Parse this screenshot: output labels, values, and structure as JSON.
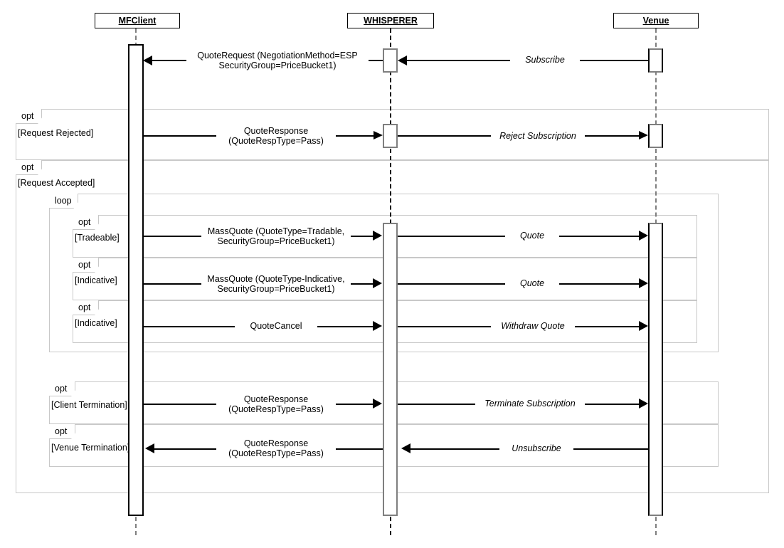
{
  "diagram": {
    "type": "uml-sequence-diagram",
    "title": "",
    "participants": [
      {
        "id": "mfclient",
        "label": "MFClient"
      },
      {
        "id": "whisperer",
        "label": "WHISPERER"
      },
      {
        "id": "venue",
        "label": "Venue"
      }
    ],
    "fragments": [
      {
        "id": "opt-request-rejected",
        "operator": "opt",
        "guard": "[Request Rejected]"
      },
      {
        "id": "opt-request-accepted",
        "operator": "opt",
        "guard": "[Request Accepted]"
      },
      {
        "id": "loop-quoting",
        "operator": "loop",
        "guard": ""
      },
      {
        "id": "opt-tradeable",
        "operator": "opt",
        "guard": "[Tradeable]"
      },
      {
        "id": "opt-indicative-1",
        "operator": "opt",
        "guard": "[Indicative]"
      },
      {
        "id": "opt-indicative-2",
        "operator": "opt",
        "guard": "[Indicative]"
      },
      {
        "id": "opt-client-term",
        "operator": "opt",
        "guard": "[Client Termination]"
      },
      {
        "id": "opt-venue-term",
        "operator": "opt",
        "guard": "[Venue Termination]"
      }
    ],
    "messages": [
      {
        "id": "m1",
        "from": "whisperer",
        "to": "mfclient",
        "direction": "left",
        "line1": "QuoteRequest (NegotiationMethod=ESP",
        "line2": "SecurityGroup=PriceBucket1)",
        "italic": false
      },
      {
        "id": "m2",
        "from": "venue",
        "to": "whisperer",
        "direction": "left",
        "line1": "Subscribe",
        "line2": "",
        "italic": true
      },
      {
        "id": "m3",
        "from": "mfclient",
        "to": "whisperer",
        "direction": "right",
        "line1": "QuoteResponse",
        "line2": "(QuoteRespType=Pass)",
        "italic": false
      },
      {
        "id": "m4",
        "from": "whisperer",
        "to": "venue",
        "direction": "right",
        "line1": "Reject Subscription",
        "line2": "",
        "italic": true
      },
      {
        "id": "m5",
        "from": "mfclient",
        "to": "whisperer",
        "direction": "right",
        "line1": "MassQuote (QuoteType=Tradable,",
        "line2": "SecurityGroup=PriceBucket1)",
        "italic": false
      },
      {
        "id": "m6",
        "from": "whisperer",
        "to": "venue",
        "direction": "right",
        "line1": "Quote",
        "line2": "",
        "italic": true
      },
      {
        "id": "m7",
        "from": "mfclient",
        "to": "whisperer",
        "direction": "right",
        "line1": "MassQuote (QuoteType-Indicative,",
        "line2": "SecurityGroup=PriceBucket1)",
        "italic": false
      },
      {
        "id": "m8",
        "from": "whisperer",
        "to": "venue",
        "direction": "right",
        "line1": "Quote",
        "line2": "",
        "italic": true
      },
      {
        "id": "m9",
        "from": "mfclient",
        "to": "whisperer",
        "direction": "right",
        "line1": "QuoteCancel",
        "line2": "",
        "italic": false
      },
      {
        "id": "m10",
        "from": "whisperer",
        "to": "venue",
        "direction": "right",
        "line1": "Withdraw Quote",
        "line2": "",
        "italic": true
      },
      {
        "id": "m11",
        "from": "mfclient",
        "to": "whisperer",
        "direction": "right",
        "line1": "QuoteResponse",
        "line2": "(QuoteRespType=Pass)",
        "italic": false
      },
      {
        "id": "m12",
        "from": "whisperer",
        "to": "venue",
        "direction": "right",
        "line1": "Terminate Subscription",
        "line2": "",
        "italic": true
      },
      {
        "id": "m13",
        "from": "whisperer",
        "to": "mfclient",
        "direction": "left",
        "line1": "QuoteResponse",
        "line2": "(QuoteRespType=Pass)",
        "italic": false
      },
      {
        "id": "m14",
        "from": "venue",
        "to": "whisperer",
        "direction": "left",
        "line1": "Unsubscribe",
        "line2": "",
        "italic": true
      }
    ],
    "colors": {
      "frame_border": "#c8c8c8",
      "lifeline_gray": "#7f7f7f",
      "lifeline_black": "#000000",
      "line": "#000000",
      "background": "#ffffff"
    }
  }
}
